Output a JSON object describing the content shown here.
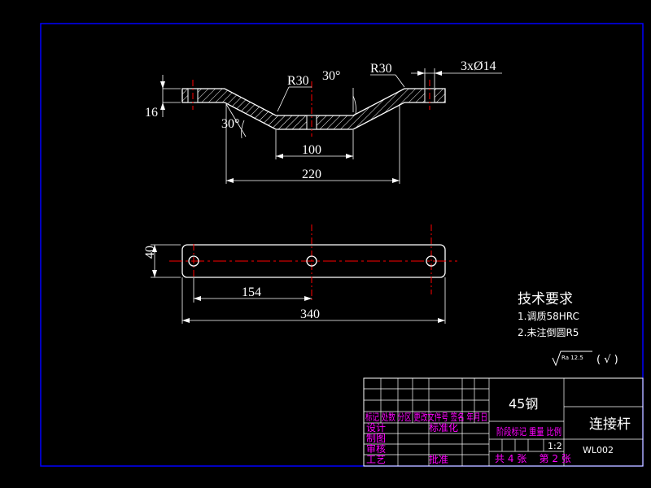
{
  "colors": {
    "background": "#000000",
    "frame": "#0000ff",
    "outline": "#ffffff",
    "centerline": "#ff0000",
    "leader": "#00ff00",
    "titleblock_text": "#ff00ff"
  },
  "front_view": {
    "dim_thickness": "16",
    "dim_radius_left": "R30",
    "dim_radius_right": "R30",
    "dim_angle_top": "30°",
    "dim_angle_left": "30°",
    "dim_holes": "3xØ14",
    "dim_inner_length": "100",
    "dim_outer_length": "220"
  },
  "top_view": {
    "dim_width": "40",
    "dim_hole_spacing": "154",
    "dim_total_length": "340"
  },
  "tech_requirements": {
    "title": "技术要求",
    "items": [
      "1.调质58HRC",
      "2.未注倒圆R5"
    ]
  },
  "roughness": {
    "value": "Ra 12.5",
    "suffix": "( √ )"
  },
  "title_block": {
    "material": "45钢",
    "part_name": "连接杆",
    "drawing_no": "WL002",
    "scale": "1:2",
    "header_row": "标记 处数 分区 更改文件号 签名 年月日",
    "designer_label": "设计",
    "standardization_label": "标准化",
    "drafter_label": "制图",
    "reviewer_label": "审核",
    "process_label": "工艺",
    "approve_label": "批准",
    "stage_label": "阶段标记 重量 比例",
    "sheet_info": "共 4 张    第 2 张"
  }
}
